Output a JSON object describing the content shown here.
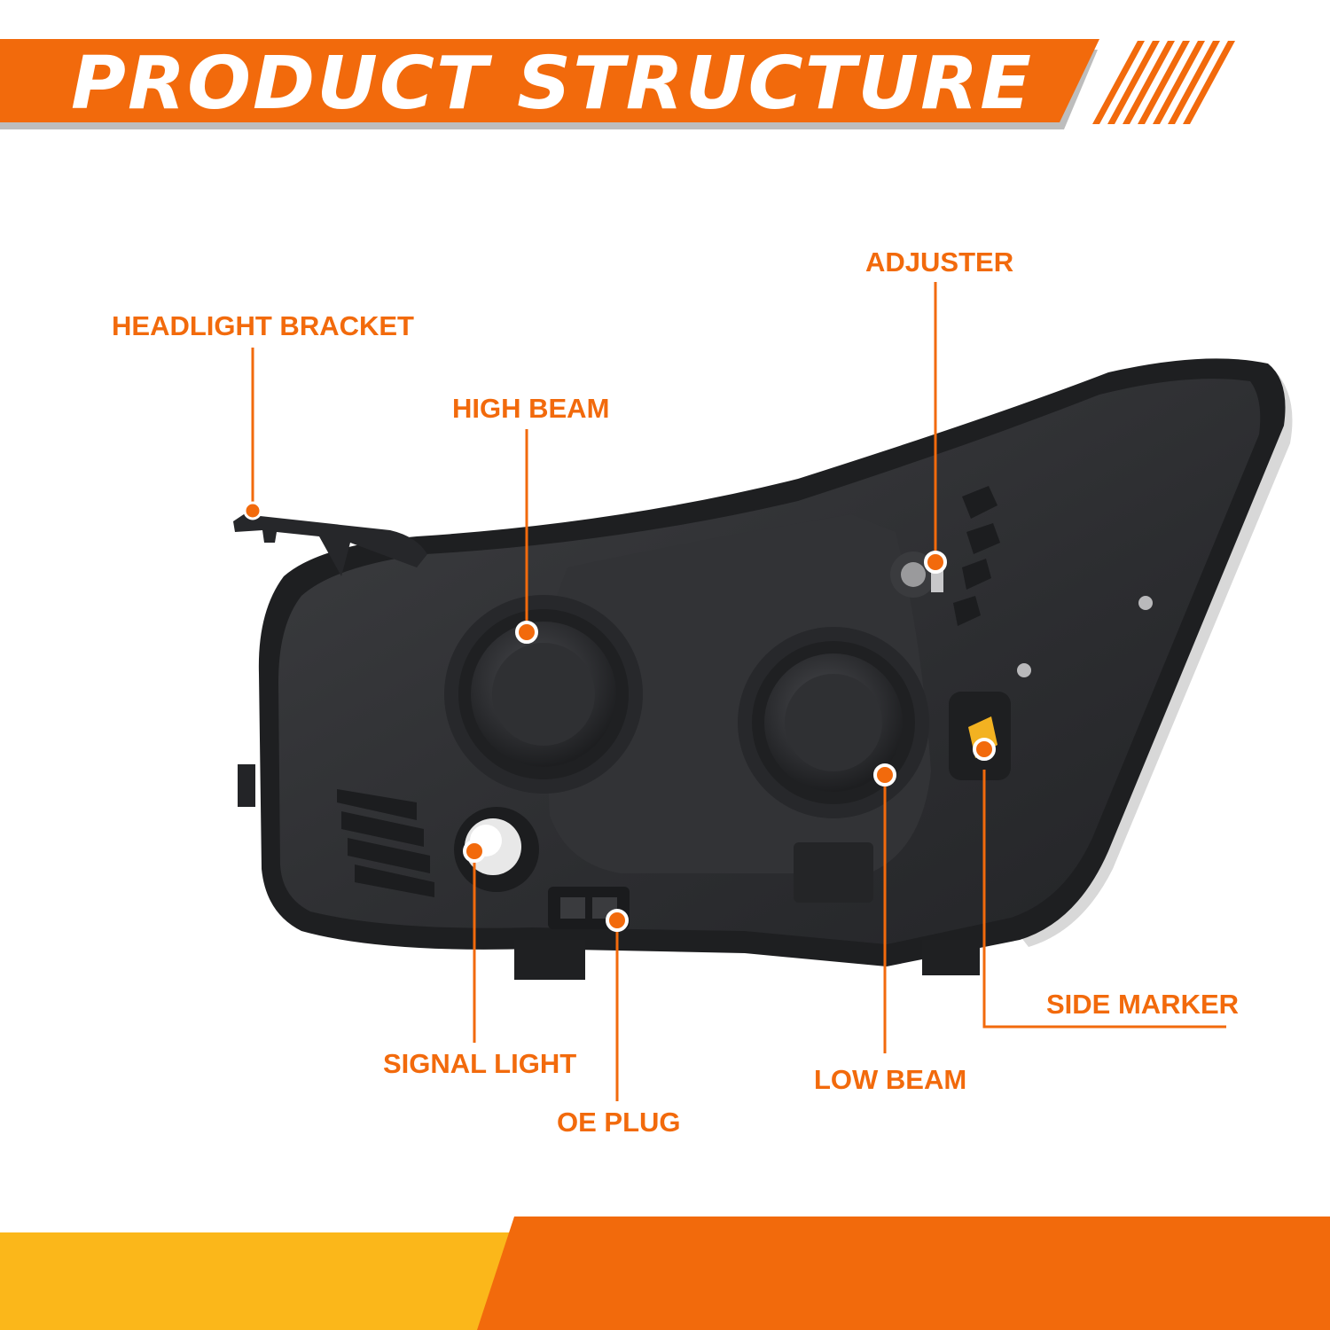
{
  "header": {
    "title": "PRODUCT STRUCTURE"
  },
  "colors": {
    "accent": "#f26a0c",
    "footer_yellow": "#fbb71a",
    "housing_dark": "#2a2b2d",
    "housing_mid": "#3a3b3e",
    "background": "#ffffff"
  },
  "callouts": [
    {
      "id": "headlight-bracket",
      "label": "HEADLIGHT BRACKET"
    },
    {
      "id": "high-beam",
      "label": "HIGH BEAM"
    },
    {
      "id": "adjuster",
      "label": "ADJUSTER"
    },
    {
      "id": "side-marker",
      "label": "SIDE MARKER"
    },
    {
      "id": "low-beam",
      "label": "LOW BEAM"
    },
    {
      "id": "signal-light",
      "label": "SIGNAL LIGHT"
    },
    {
      "id": "oe-plug",
      "label": "OE PLUG"
    }
  ]
}
